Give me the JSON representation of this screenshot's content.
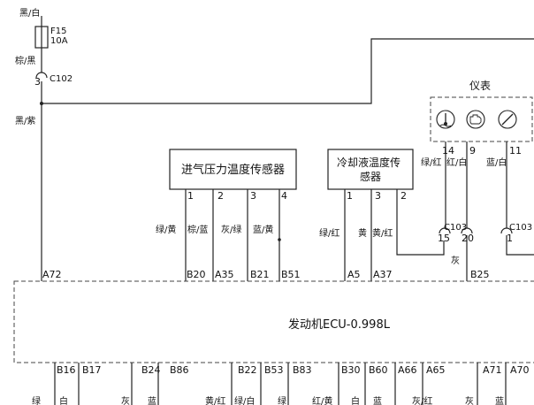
{
  "top": {
    "wire_black_white": "黑/白",
    "fuse_name": "F15",
    "fuse_rating": "10A",
    "wire_brown_black": "棕/黑",
    "connector_c102": "C102",
    "c102_pin": "3",
    "wire_black_purple": "黑/紫"
  },
  "cluster": {
    "title": "仪表",
    "pins": [
      "14",
      "9",
      "11"
    ],
    "wire_colors": [
      "绿/红",
      "红/白",
      "蓝/白"
    ],
    "icons": [
      "engine-coolant-temp-icon",
      "engine-check-icon",
      "gauge-needle-icon"
    ]
  },
  "intake_sensor": {
    "label": "进气压力温度传感器",
    "pins": [
      "1",
      "2",
      "3",
      "4"
    ],
    "wire_colors": [
      "绿/黄",
      "棕/蓝",
      "灰/绿",
      "蓝/黄"
    ],
    "ecu_pins": [
      "B20",
      "A35",
      "B21",
      "B51"
    ]
  },
  "coolant_sensor": {
    "label_line1": "冷却液温度传",
    "label_line2": "感器",
    "pins": [
      "1",
      "3",
      "2"
    ],
    "wire_colors": [
      "绿/红",
      "黄",
      "黄/红"
    ],
    "ecu_pins": [
      "A5",
      "A37"
    ]
  },
  "c103": {
    "label_a": "C103",
    "pin_a": "15",
    "pin_b": "20",
    "label_c": "C103",
    "pin_c": "1",
    "wire_gray": "灰",
    "ecu_pin": "B25"
  },
  "ecu": {
    "title": "发动机ECU-0.998L",
    "left_pin": "A72",
    "bottom_pins": [
      "B16",
      "B17",
      "B24",
      "B86",
      "B22",
      "B53",
      "B83",
      "B30",
      "B60",
      "A66",
      "A65",
      "A71",
      "A70"
    ],
    "bottom_wire_colors": [
      "绿",
      "白",
      "灰",
      "蓝",
      "黄/红",
      "绿/白",
      "绿",
      "红/黄",
      "白",
      "蓝",
      "灰/红",
      "灰",
      "蓝"
    ]
  },
  "colors": {
    "line": "#222222",
    "background": "#ffffff"
  }
}
